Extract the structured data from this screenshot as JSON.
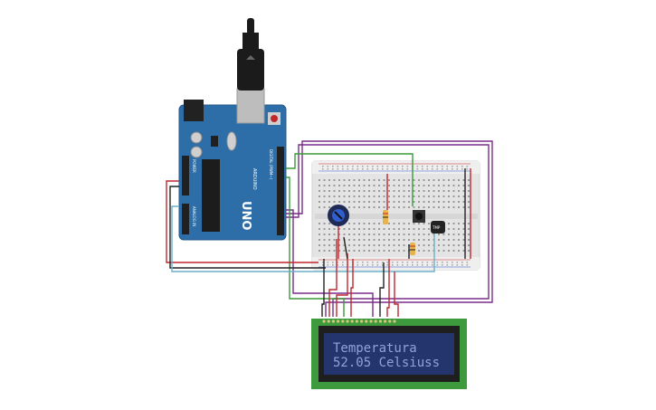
{
  "board": {
    "brand": "ARDUINO",
    "model": "UNO",
    "digital_label": "DIGITAL (PWM~)",
    "power_label": "POWER",
    "analog_label": "ANALOG IN"
  },
  "sensor": {
    "label": "TMP"
  },
  "lcd": {
    "line1": "Temperatura",
    "line2": "52.05  Celsiuss"
  },
  "colors": {
    "board": "#2d6ea8",
    "breadboard": "#e8e8e8",
    "wire_red": "#c0272d",
    "wire_black": "#222222",
    "wire_green": "#3a9a3a",
    "wire_purple": "#7a2c8a",
    "wire_cyan": "#6ab0c8",
    "lcd_bg": "#24356e",
    "lcd_board": "#3d9a3d"
  }
}
